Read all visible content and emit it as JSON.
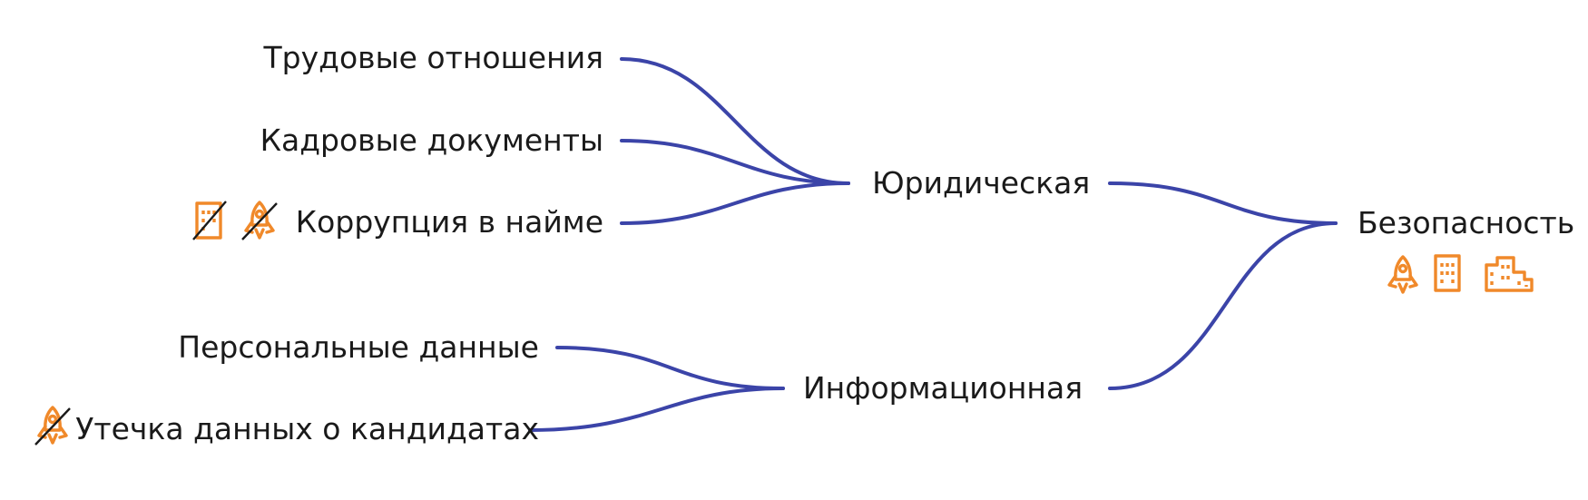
{
  "colors": {
    "connector": "#3b44a8",
    "icon": "#f0892a",
    "text": "#1a1a1a"
  },
  "root": {
    "label": "Безопасность",
    "icons": [
      "rocket-icon",
      "building-icon",
      "factory-icon"
    ]
  },
  "branches": [
    {
      "label": "Юридическая",
      "children": [
        {
          "label": "Трудовые отношения",
          "icons": []
        },
        {
          "label": "Кадровые документы",
          "icons": []
        },
        {
          "label": "Коррупция в найме",
          "icons": [
            "building-crossed-icon",
            "rocket-crossed-icon"
          ]
        }
      ]
    },
    {
      "label": "Информационная",
      "children": [
        {
          "label": "Персональные данные",
          "icons": []
        },
        {
          "label": "Утечка данных о кандидатах",
          "icons": [
            "rocket-crossed-icon"
          ]
        }
      ]
    }
  ]
}
